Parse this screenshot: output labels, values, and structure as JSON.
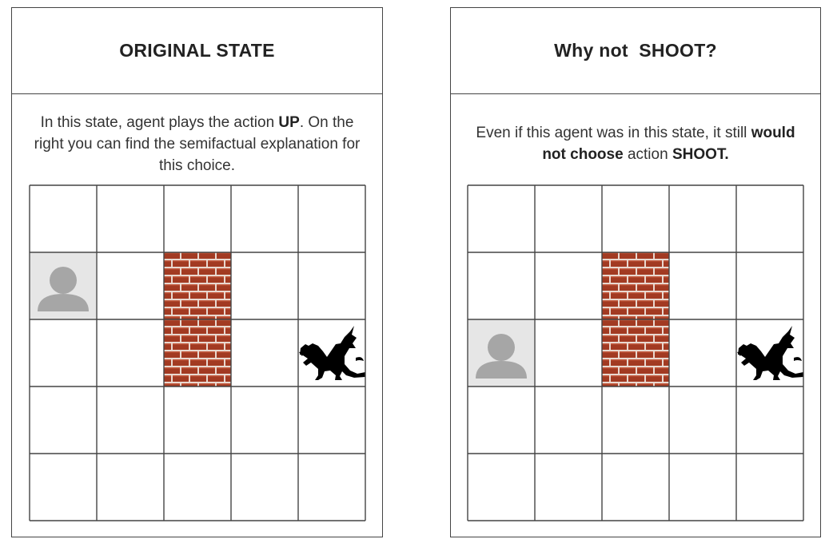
{
  "panels": [
    {
      "title": "ORIGINAL STATE",
      "description": {
        "part1": "In this state, agent plays the action ",
        "action": "UP",
        "part2": ". On the right you can find the semifactual explanation for this choice."
      },
      "grid": {
        "rows": 5,
        "cols": 5,
        "agent": [
          1,
          0
        ],
        "walls": [
          [
            1,
            2
          ],
          [
            2,
            2
          ]
        ],
        "dragon": [
          2,
          4
        ]
      }
    },
    {
      "title": "Why not  SHOOT?",
      "description": {
        "part1": "Even if this agent was in this state, it still ",
        "emphasis": "would not choose",
        "part2": " action ",
        "action": "SHOOT."
      },
      "grid": {
        "rows": 5,
        "cols": 5,
        "agent": [
          2,
          0
        ],
        "walls": [
          [
            1,
            2
          ],
          [
            2,
            2
          ]
        ],
        "dragon": [
          2,
          4
        ]
      }
    }
  ],
  "icons": {
    "agent": "user-avatar-icon",
    "wall": "brick-wall-tile",
    "dragon": "dragon-silhouette-icon"
  },
  "colors": {
    "grid_line": "#444444",
    "brick": "#a23a22",
    "mortar": "#e9d8cf",
    "avatar_bg": "#e6e6e6",
    "avatar_fg": "#a6a6a6",
    "dragon": "#000000"
  }
}
